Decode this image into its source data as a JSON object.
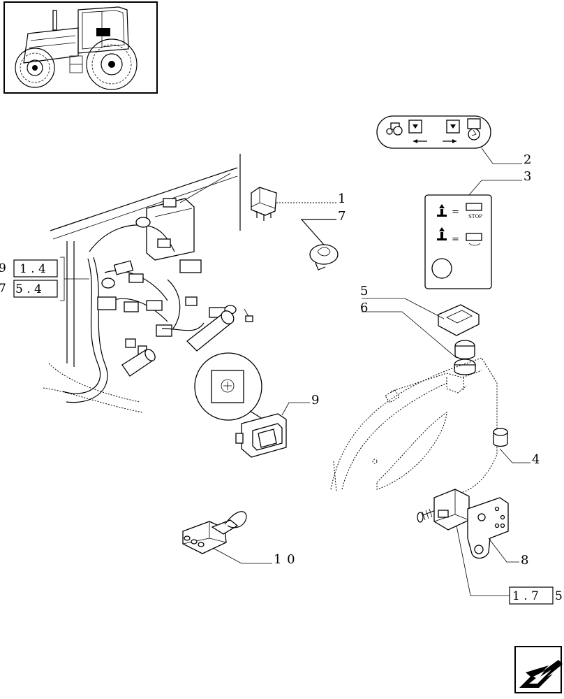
{
  "callouts": {
    "c1": "1",
    "c2": "2",
    "c3": "3",
    "c4": "4",
    "c5": "5",
    "c6": "6",
    "c7": "7",
    "c8": "8",
    "c9": "9",
    "c10": "1 0"
  },
  "refs": {
    "r1_box": "1 . 4",
    "r1_prefix": "9",
    "r2_box": "5 . 4",
    "r2_prefix": "7",
    "r3_box": "1 . 7",
    "r3_suffix": "5"
  },
  "decal": {
    "stop_text": "STOP",
    "equals": "="
  },
  "icons": [
    "tractor-thumbnail-icon",
    "next-page-arrow-icon"
  ]
}
